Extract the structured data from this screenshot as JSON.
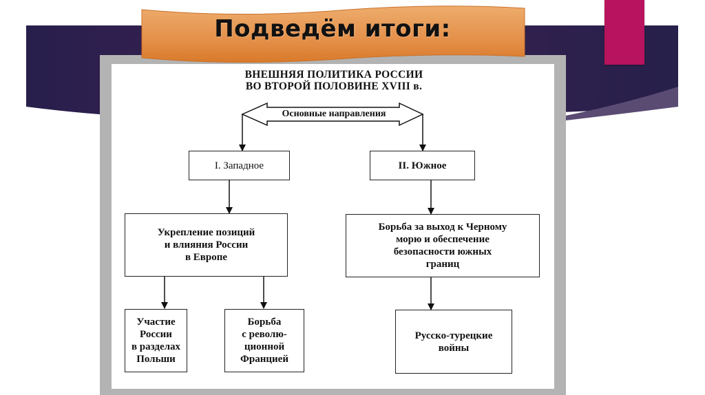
{
  "slide": {
    "title": "Подведём итоги:",
    "colors": {
      "band_dark": "#2a1f4a",
      "band_purple": "#3d2050",
      "accent_pink": "#b8135f",
      "banner_orange": "#e08a3a",
      "frame_gray": "#b3b3b3"
    }
  },
  "diagram": {
    "title_line1": "ВНЕШНЯЯ ПОЛИТИКА РОССИИ",
    "title_line2": "ВО ВТОРОЙ ПОЛОВИНЕ XVIII в.",
    "directions_label": "Основные направления",
    "west": {
      "label": "I. Западное",
      "goal": [
        "Укрепление позиций",
        "и влияния России",
        "в Европе"
      ],
      "children": [
        [
          "Участие",
          "России",
          "в разделах",
          "Польши"
        ],
        [
          "Борьба",
          "с револю-",
          "ционной",
          "Францией"
        ]
      ]
    },
    "south": {
      "label": "II. Южное",
      "goal": [
        "Борьба за выход к Черному",
        "морю и обеспечение",
        "безопасности южных",
        "границ"
      ],
      "children": [
        [
          "Русско-турецкие",
          "войны"
        ]
      ]
    }
  }
}
